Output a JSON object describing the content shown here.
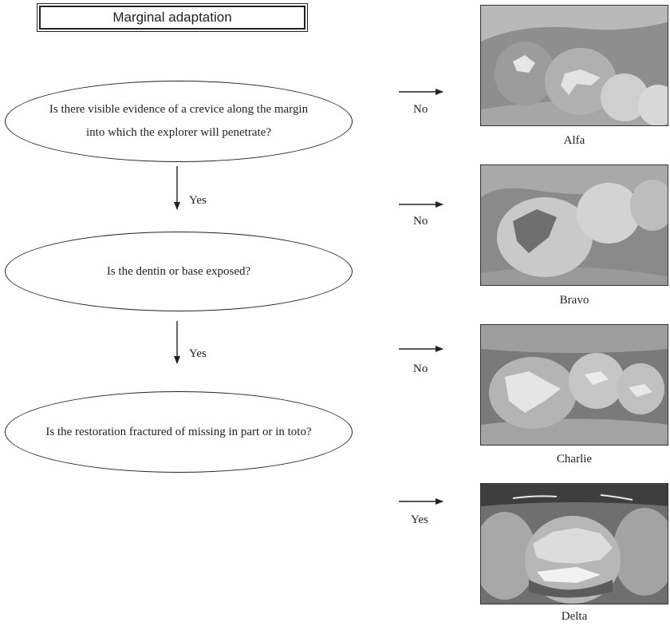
{
  "title": "Marginal adaptation",
  "questions": [
    {
      "line1": "Is there visible evidence of a crevice along the margin",
      "line2": "into which the explorer will penetrate?"
    },
    {
      "line1": "Is the dentin or base exposed?"
    },
    {
      "line1": "Is the restoration fractured of missing in part or in toto?"
    }
  ],
  "down_labels": [
    "Yes",
    "Yes"
  ],
  "right_labels": [
    "No",
    "No",
    "No",
    "Yes"
  ],
  "ratings": [
    "Alfa",
    "Bravo",
    "Charlie",
    "Delta"
  ]
}
